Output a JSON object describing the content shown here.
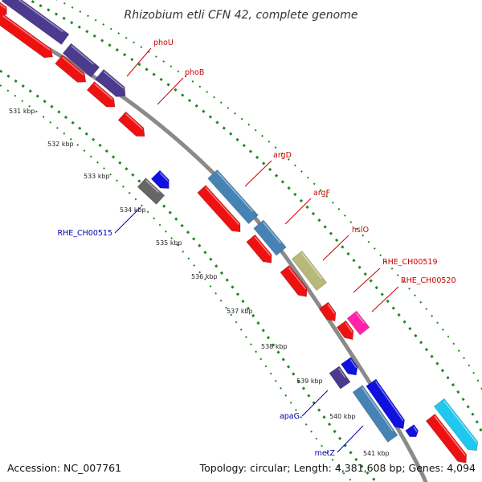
{
  "title": "Rhizobium etli CFN 42, complete genome",
  "footer": {
    "accession": "Accession: NC_007761",
    "summary": "Topology: circular; Length: 4,381,608 bp; Genes: 4,094"
  },
  "colors": {
    "backbone": "#8a8a8a",
    "dots": "#1a8a1a",
    "cds": "#ee1111",
    "purple": "#4b3a8e",
    "steel": "#4682b4",
    "olive": "#b8b87a",
    "blue": "#1010e0",
    "gray": "#666666",
    "magenta": "#ff22aa",
    "cyan": "#20c8f0",
    "label_red": "#cc0000",
    "label_blue": "#0000aa"
  },
  "ticks": [
    "531 kbp",
    "532 kbp",
    "533 kbp",
    "534 kbp",
    "535 kbp",
    "536 kbp",
    "537 kbp",
    "538 kbp",
    "539 kbp",
    "540 kbp",
    "541 kbp"
  ],
  "genes": [
    {
      "id": "phoU",
      "label": "phoU",
      "color": "label_red"
    },
    {
      "id": "phoB",
      "label": "phoB",
      "color": "label_red"
    },
    {
      "id": "argD",
      "label": "argD",
      "color": "label_red"
    },
    {
      "id": "argF",
      "label": "argF",
      "color": "label_red"
    },
    {
      "id": "hslO",
      "label": "hslO",
      "color": "label_red"
    },
    {
      "id": "RHE_CH00519",
      "label": "RHE_CH00519",
      "color": "label_red"
    },
    {
      "id": "RHE_CH00520",
      "label": "RHE_CH00520",
      "color": "label_red"
    },
    {
      "id": "RHE_CH00515",
      "label": "RHE_CH00515",
      "color": "label_blue"
    },
    {
      "id": "apaG",
      "label": "apaG",
      "color": "label_blue"
    },
    {
      "id": "metZ",
      "label": "metZ",
      "color": "label_blue"
    }
  ]
}
